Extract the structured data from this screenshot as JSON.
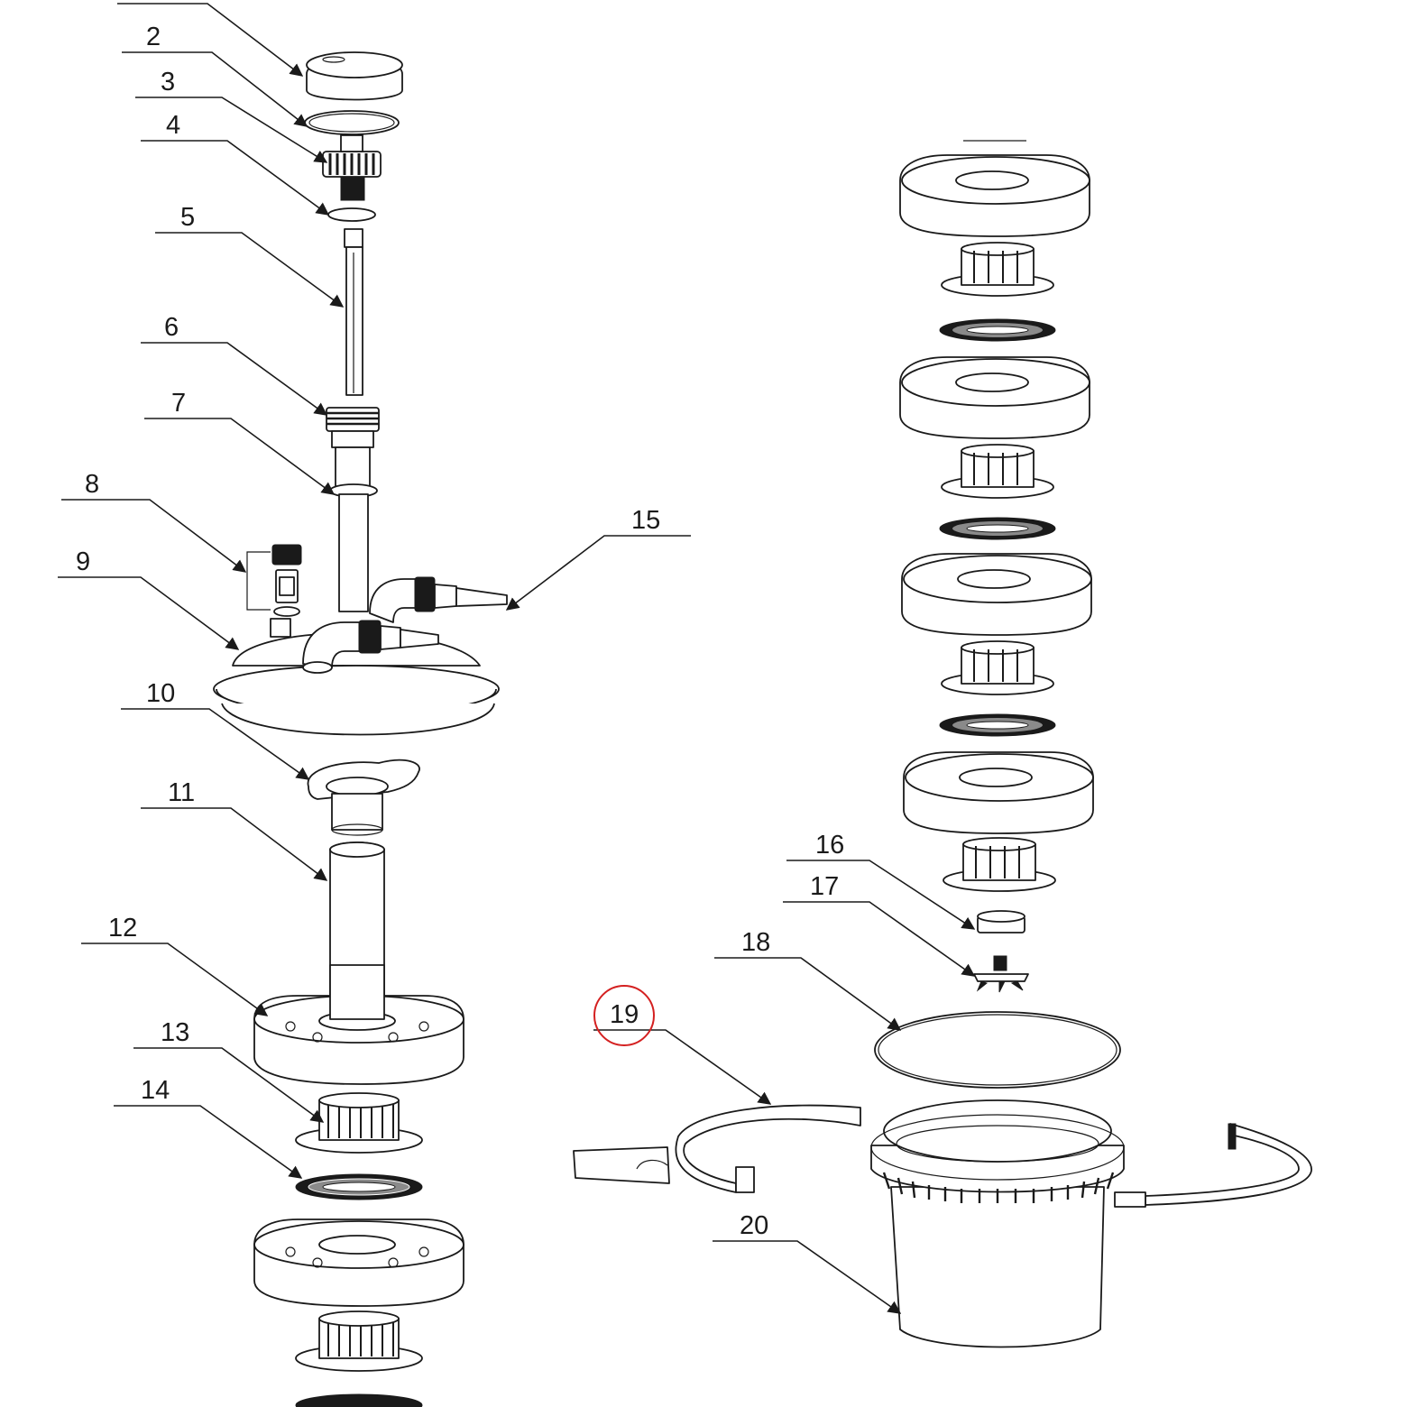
{
  "diagram": {
    "callouts": [
      {
        "id": "2",
        "label": "2"
      },
      {
        "id": "3",
        "label": "3"
      },
      {
        "id": "4",
        "label": "4"
      },
      {
        "id": "5",
        "label": "5"
      },
      {
        "id": "6",
        "label": "6"
      },
      {
        "id": "7",
        "label": "7"
      },
      {
        "id": "8",
        "label": "8"
      },
      {
        "id": "9",
        "label": "9"
      },
      {
        "id": "10",
        "label": "10"
      },
      {
        "id": "11",
        "label": "11"
      },
      {
        "id": "12",
        "label": "12"
      },
      {
        "id": "13",
        "label": "13"
      },
      {
        "id": "14",
        "label": "14"
      },
      {
        "id": "15",
        "label": "15"
      },
      {
        "id": "16",
        "label": "16"
      },
      {
        "id": "17",
        "label": "17"
      },
      {
        "id": "18",
        "label": "18"
      },
      {
        "id": "19",
        "label": "19"
      },
      {
        "id": "20",
        "label": "20"
      }
    ],
    "highlighted_callout": "19",
    "highlight_color": "#d42020"
  }
}
